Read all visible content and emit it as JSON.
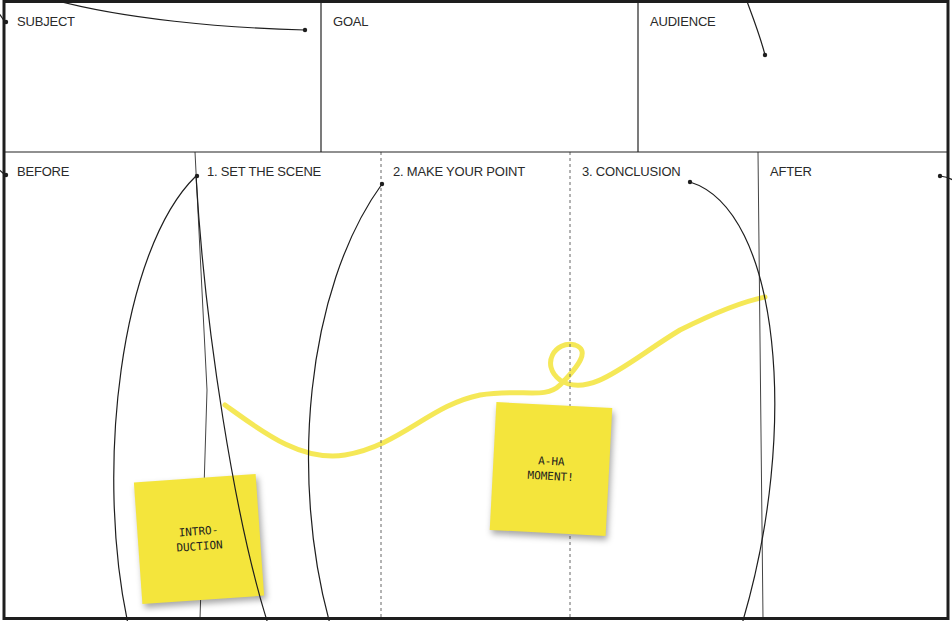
{
  "diagram": {
    "nodes": [
      {
        "text": [
          "SUBJECT"
        ]
      },
      {
        "text": [
          "GOAL"
        ]
      },
      {
        "text": [
          "AUDIENCE"
        ]
      },
      {
        "text": [
          "BEFORE"
        ]
      },
      {
        "text": [
          "1. SET THE SCENE"
        ]
      },
      {
        "text": [
          "2. MAKE YOUR POINT"
        ]
      },
      {
        "text": [
          "3. CONCLUSION"
        ]
      },
      {
        "text": [
          "AFTER"
        ]
      },
      {
        "text": [
          "INTRO- DUCTION"
        ]
      },
      {
        "text": [
          "A-HA MOMENT!"
        ]
      }
    ]
  }
}
